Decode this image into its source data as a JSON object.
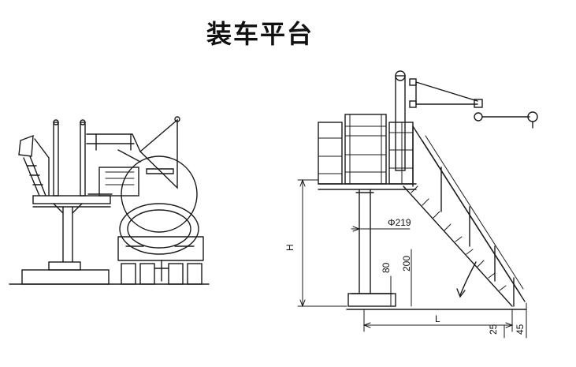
{
  "title": "装车平台",
  "colors": {
    "line": "#1a1a1a",
    "background": "#ffffff"
  },
  "labels": {
    "height": "H",
    "pipe_diameter": "Φ219",
    "base_80": "80",
    "base_200": "200",
    "length": "L",
    "dim_25": "25",
    "dim_45": "45"
  }
}
